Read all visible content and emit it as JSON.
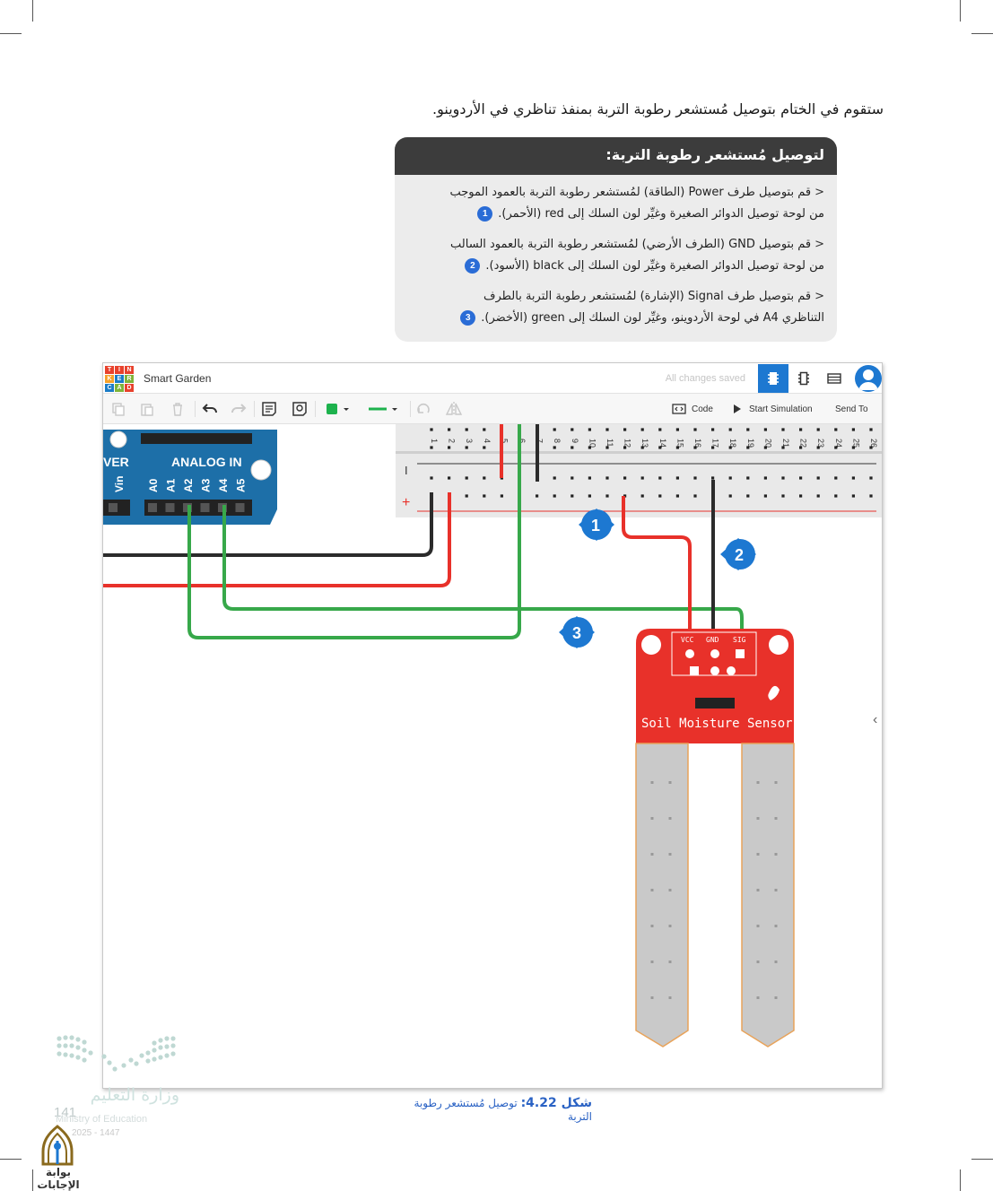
{
  "intro": "ستقوم في الختام بتوصيل مُستشعر رطوبة التربة بمنفذ تناظري في الأردوينو.",
  "steps": {
    "title": "لتوصيل مُستشعر رطوبة التربة:",
    "items": [
      {
        "line1": "قم بتوصيل طرف Power (الطاقة) لمُستشعر رطوبة التربة بالعمود الموجب",
        "line2": "من لوحة توصيل الدوائر الصغيرة وغيِّر لون السلك إلى red (الأحمر).",
        "num": "1"
      },
      {
        "line1": "قم بتوصيل GND (الطرف الأرضي) لمُستشعر رطوبة التربة بالعمود السالب",
        "line2": "من لوحة توصيل الدوائر الصغيرة وغيِّر لون السلك إلى black (الأسود).",
        "num": "2"
      },
      {
        "line1": "قم بتوصيل طرف Signal (الإشارة) لمُستشعر رطوبة التربة بالطرف",
        "line2": "التناظري A4 في لوحة الأردوينو، وغيِّر لون السلك إلى green (الأخضر).",
        "num": "3"
      }
    ]
  },
  "app": {
    "logo_letters": [
      "T",
      "I",
      "N",
      "K",
      "E",
      "R",
      "C",
      "A",
      "D"
    ],
    "logo_colors": [
      "#e8412c",
      "#e8412c",
      "#e8412c",
      "#f7a12a",
      "#1b7cc7",
      "#7fb439",
      "#1b7cc7",
      "#7fb439",
      "#e8412c"
    ],
    "project_title": "Smart Garden",
    "save_status": "All changes saved",
    "accent": "#1d78d1",
    "toolbar": {
      "code_label": "Code",
      "start_sim_label": "Start Simulation",
      "send_to_label": "Send To",
      "color_swatch": "#1db24d"
    }
  },
  "canvas": {
    "arduino_label_power": "VER",
    "arduino_label_analog": "ANALOG IN",
    "arduino_pins": [
      "Vin",
      "A0",
      "A1",
      "A2",
      "A3",
      "A4",
      "A5"
    ],
    "breadboard_cols": [
      "1",
      "2",
      "3",
      "4",
      "5",
      "6",
      "7",
      "8",
      "9",
      "10",
      "11",
      "12",
      "13",
      "14",
      "15",
      "16",
      "17",
      "18",
      "19",
      "20",
      "21",
      "22",
      "23",
      "24",
      "25",
      "26"
    ],
    "breadboard_neg": "I",
    "breadboard_pos": "+",
    "sensor_label": "Soil Moisture Sensor",
    "sensor_pins": [
      "VCC",
      "GND",
      "SIG"
    ],
    "callouts": [
      "1",
      "2",
      "3"
    ],
    "wire_colors": {
      "red": "#e8312a",
      "black": "#2b2b2b",
      "green": "#37a84a"
    }
  },
  "caption": {
    "label": "شكل 4.22:",
    "text": "توصيل مُستشعر رطوبة التربة"
  },
  "footer": {
    "ministry_ar": "وزارة التعليم",
    "ministry_en": "Ministry of Education",
    "page_number": "141",
    "year": "2025 - 1447",
    "site_name": "بوابة الإجابات"
  }
}
